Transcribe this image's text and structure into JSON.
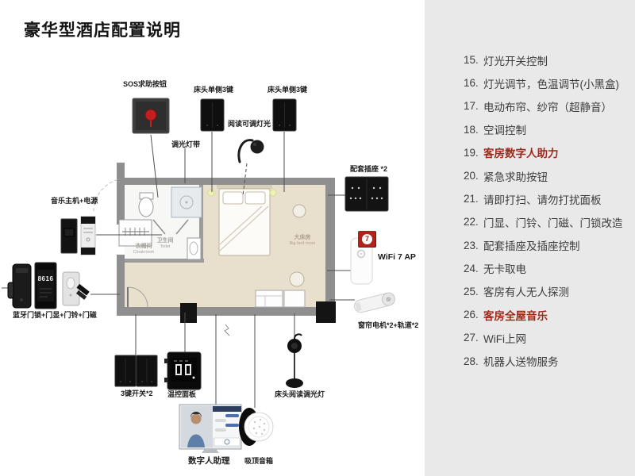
{
  "title": "豪华型酒店配置说明",
  "plan": {
    "cloakroom_cn": "衣帽间",
    "cloakroom_en": "Cloakroom",
    "toilet_cn": "卫生间",
    "toilet_en": "Toilet",
    "bedroom_cn": "大床房",
    "bedroom_en": "Big bed room"
  },
  "callouts": {
    "sos_label": "SOS求助按钮",
    "bedside_left_label": "床头单侧3键",
    "reading_light_label": "阅读可调灯光",
    "bedside_right_label": "床头单侧3键",
    "dim_strip_label": "调光灯带",
    "music_label": "音乐主机+电源",
    "lock_label": "蓝牙门锁+门显+门铃+门磁",
    "lock_display": "8616",
    "socket_label": "配套插座 *2",
    "wifi_label": "WiFi 7 AP",
    "wifi_badge": "7",
    "curtain_label": "窗帘电机*2+轨道*2",
    "switch3_label": "3键开关*2",
    "thermostat_label": "温控面板",
    "bed_lamp_label": "床头阅读调光灯",
    "digital_human_label": "数字人助理",
    "speaker_label": "吸顶音箱"
  },
  "feature_list": [
    {
      "num": "15.",
      "text": "灯光开关控制",
      "highlight": false
    },
    {
      "num": "16.",
      "text": "灯光调节，色温调节(小黑盒)",
      "highlight": false
    },
    {
      "num": "17.",
      "text": "电动布帘、纱帘（超静音）",
      "highlight": false
    },
    {
      "num": "18.",
      "text": "空调控制",
      "highlight": false
    },
    {
      "num": "19.",
      "text": "客房数字人助力",
      "highlight": true
    },
    {
      "num": "20.",
      "text": "紧急求助按钮",
      "highlight": false
    },
    {
      "num": "21.",
      "text": "请即打扫、请勿打扰面板",
      "highlight": false
    },
    {
      "num": "22.",
      "text": "门显、门铃、门磁、门锁改造",
      "highlight": false
    },
    {
      "num": "23.",
      "text": "配套插座及插座控制",
      "highlight": false
    },
    {
      "num": "24.",
      "text": "无卡取电",
      "highlight": false
    },
    {
      "num": "25.",
      "text": "客房有人无人探测",
      "highlight": false
    },
    {
      "num": "26.",
      "text": "客房全屋音乐",
      "highlight": true
    },
    {
      "num": "27.",
      "text": "WiFi上网",
      "highlight": false
    },
    {
      "num": "28.",
      "text": "机器人送物服务",
      "highlight": false
    }
  ],
  "colors": {
    "panel_bg": "#e9e9e9",
    "highlight_red": "#9b2a1c",
    "wall_gray": "#8f8f8f",
    "floor_beige": "#e8dfcd",
    "logo_red": "#b1221a"
  }
}
